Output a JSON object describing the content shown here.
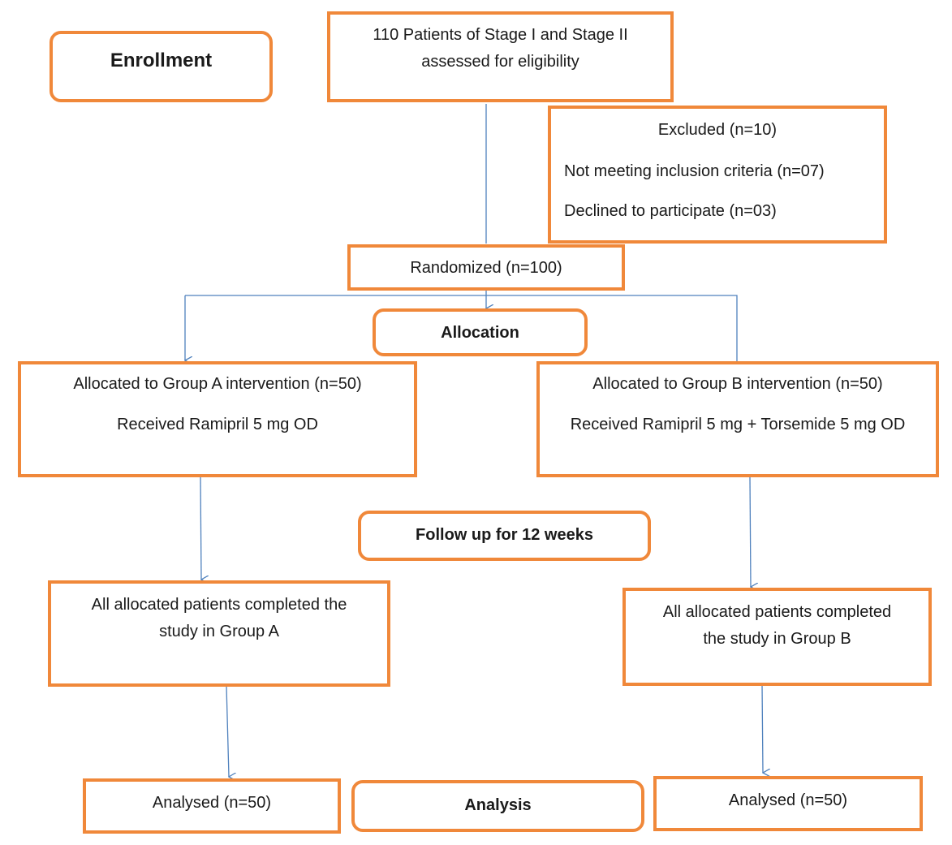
{
  "enrollment": "Enrollment",
  "assessed": {
    "line1": "110 Patients of Stage I and Stage II",
    "line2": "assessed for eligibility"
  },
  "excluded": {
    "title": "Excluded (n=10)",
    "reason1": "Not meeting inclusion criteria (n=07)",
    "reason2": "Declined to participate (n=03)"
  },
  "randomized": "Randomized (n=100)",
  "allocation": "Allocation",
  "group_a": {
    "line1": "Allocated to Group A intervention (n=50)",
    "line2": "Received Ramipril 5 mg OD"
  },
  "group_b": {
    "line1": "Allocated to Group B intervention (n=50)",
    "line2": "Received Ramipril 5 mg + Torsemide 5 mg OD"
  },
  "follow_up": "Follow up for 12 weeks",
  "completed_a": {
    "line1": "All allocated patients completed the",
    "line2": "study in Group A"
  },
  "completed_b": {
    "line1": "All allocated patients completed",
    "line2": "the study in Group B"
  },
  "analysed_a": "Analysed (n=50)",
  "analysis": "Analysis",
  "analysed_b": "Analysed (n=50)",
  "colors": {
    "box_border": "#f0883a",
    "arrow": "#4f81bd"
  }
}
